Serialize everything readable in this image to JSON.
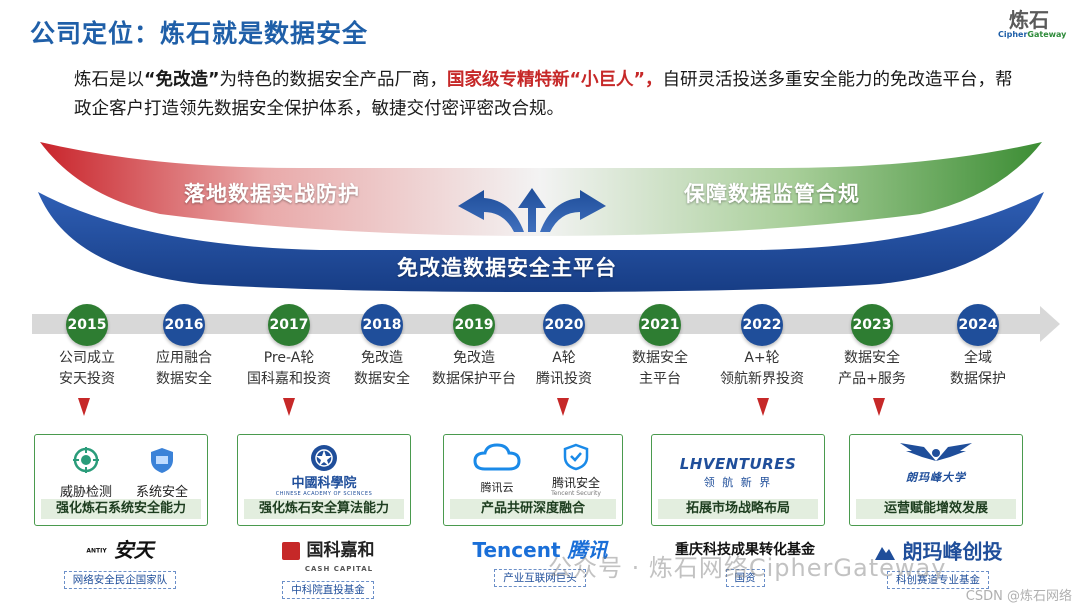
{
  "header": {
    "title": "公司定位：炼石就是数据安全",
    "logo_cn": "炼石",
    "logo_en_a": "Cipher",
    "logo_en_b": "Gateway"
  },
  "intro": {
    "p1": "炼石是以",
    "p2": "“免改造”",
    "p3": "为特色的数据安全产品厂商，",
    "p4": "国家级专精特新“小巨人”，",
    "p5": "自研灵活投送多重安全能力的免改造平台，帮政企客户打造领先数据安全保护体系，敏捷交付密评密改合规。"
  },
  "banner": {
    "left": "落地数据实战防护",
    "right": "保障数据监管合规",
    "platform": "免改造数据安全主平台"
  },
  "timeline": [
    {
      "year": "2015",
      "l1": "公司成立",
      "l2": "安天投资",
      "color": "g"
    },
    {
      "year": "2016",
      "l1": "应用融合",
      "l2": "数据安全",
      "color": "b"
    },
    {
      "year": "2017",
      "l1": "Pre-A轮",
      "l2": "国科嘉和投资",
      "color": "g"
    },
    {
      "year": "2018",
      "l1": "免改造",
      "l2": "数据安全",
      "color": "b"
    },
    {
      "year": "2019",
      "l1": "免改造",
      "l2": "数据保护平台",
      "color": "g"
    },
    {
      "year": "2020",
      "l1": "A轮",
      "l2": "腾讯投资",
      "color": "b"
    },
    {
      "year": "2021",
      "l1": "数据安全",
      "l2": "主平台",
      "color": "g"
    },
    {
      "year": "2022",
      "l1": "A+轮",
      "l2": "领航新界投资",
      "color": "b"
    },
    {
      "year": "2023",
      "l1": "数据安全",
      "l2": "产品+服务",
      "color": "g"
    },
    {
      "year": "2024",
      "l1": "全域",
      "l2": "数据保护",
      "color": "b"
    }
  ],
  "cards": {
    "c1": {
      "icon1": "威胁检测",
      "icon2": "系统安全",
      "caption": "强化炼石系统安全能力"
    },
    "c2": {
      "logo_cn": "中國科學院",
      "logo_en": "CHINESE ACADEMY OF SCIENCES",
      "caption": "强化炼石安全算法能力"
    },
    "c3": {
      "icon1": "腾讯云",
      "icon2": "腾讯安全",
      "icon2_sub": "Tencent Security",
      "caption": "产品共研深度融合"
    },
    "c4": {
      "logo": "LHVENTURES",
      "logo_sub": "领 航 新 界",
      "caption": "拓展市场战略布局"
    },
    "c5": {
      "logo_cn": "朗玛峰大学",
      "caption": "运营赋能增效发展"
    }
  },
  "investors": {
    "i1": {
      "logo": "安天",
      "logo_prefix": "ANTIY",
      "tag": "网络安全民企国家队"
    },
    "i2": {
      "logo": "国科嘉和",
      "logo_sub": "CASH CAPITAL",
      "tag": "中科院直投基金"
    },
    "i3": {
      "logo": "Tencent",
      "logo_cn": "腾讯",
      "tag": "产业互联网巨头"
    },
    "i4": {
      "logo": "重庆科技成果转化基金",
      "tag": "国资"
    },
    "i5": {
      "logo": "朗玛峰创投",
      "tag": "科创赛道专业基金"
    }
  },
  "watermark": {
    "wechat": "公众号 · 炼石网络CipherGateway",
    "csdn": "CSDN @炼石网络"
  },
  "colors": {
    "primary_blue": "#1f4e9a",
    "green": "#2e7d32",
    "red": "#c62828"
  }
}
